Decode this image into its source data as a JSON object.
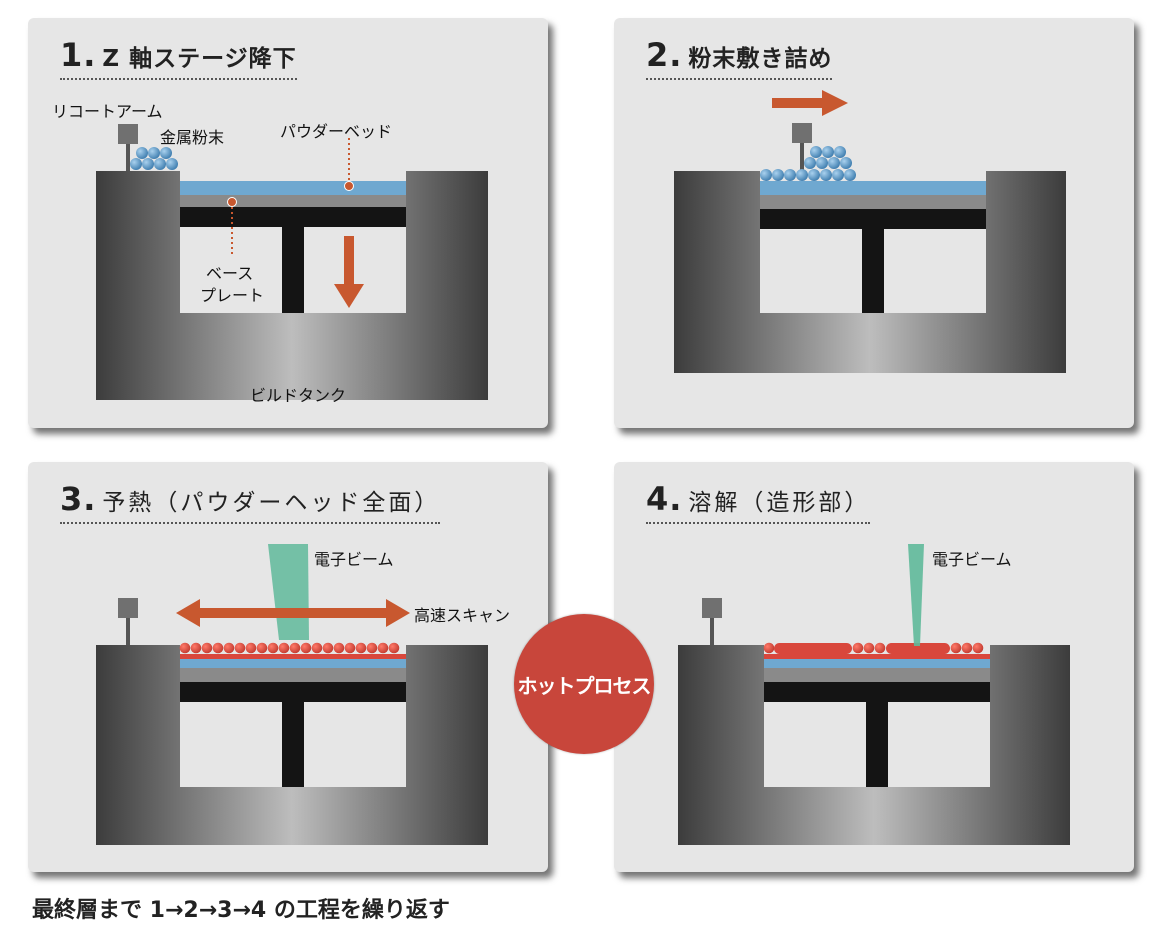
{
  "panels": [
    {
      "number": "1.",
      "title": "Z 軸ステージ降下",
      "labels": {
        "recoater_arm": "リコートアーム",
        "metal_powder": "金属粉末",
        "powder_bed": "パウダーベッド",
        "base_plate_line1": "ベース",
        "base_plate_line2": "プレート",
        "build_tank": "ビルドタンク"
      }
    },
    {
      "number": "2.",
      "title": "粉末敷き詰め"
    },
    {
      "number": "3.",
      "title": "予熱（パウダーヘッド全面）",
      "labels": {
        "electron_beam": "電子ビーム",
        "high_speed_scan": "高速スキャン"
      }
    },
    {
      "number": "4.",
      "title": "溶解（造形部）",
      "labels": {
        "electron_beam": "電子ビーム"
      }
    }
  ],
  "hot_process": "ホットプロセス",
  "footer": "最終層まで 1→2→3→4 の工程を繰り返す",
  "colors": {
    "panel_bg": "#e6e6e6",
    "powder_blue": "#6fa8d0",
    "arrow_orange": "#c8582f",
    "beam_green": "#5fb99a",
    "molten_red": "#d9473c",
    "hot_circle": "#c8463b"
  }
}
